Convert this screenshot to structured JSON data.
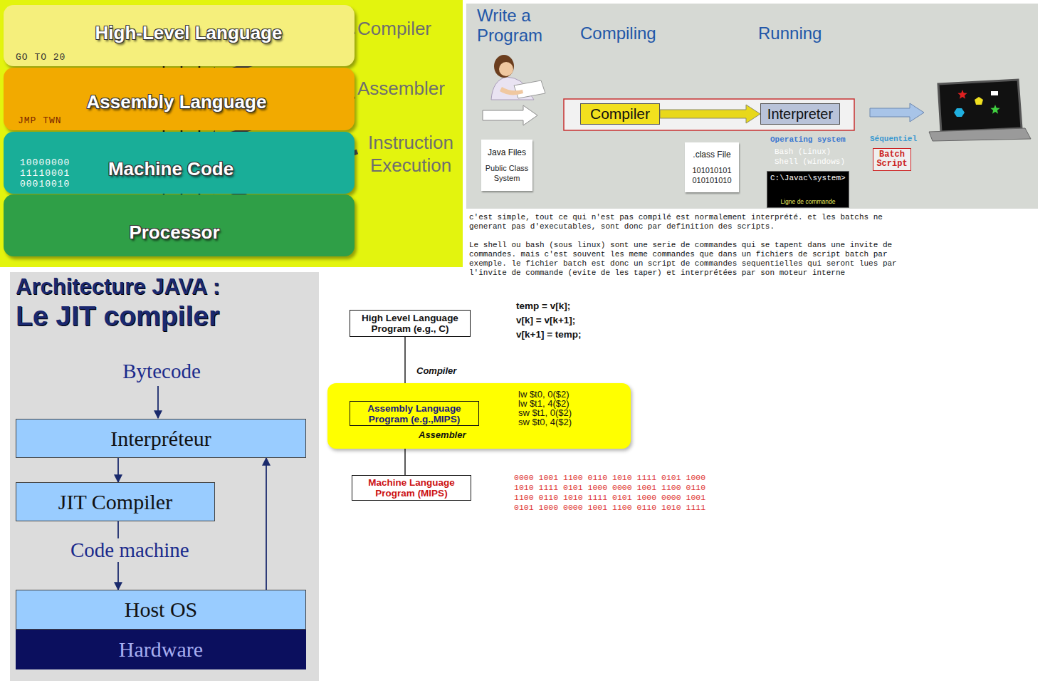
{
  "diagram": {
    "nodes": [
      {
        "text": [
          "High-Level Language",
          "GO TO 20"
        ]
      },
      {
        "text": [
          "Assembly Language",
          "JMP TWN"
        ]
      },
      {
        "text": [
          "Machine Code",
          "10000000 11110001 00010010"
        ]
      },
      {
        "text": [
          "Processor"
        ]
      },
      {
        "text": [
          "Java Files",
          "Public Class System"
        ]
      },
      {
        "text": [
          "Compiler"
        ]
      },
      {
        "text": [
          "Interpreter"
        ]
      },
      {
        "text": [
          ".class File",
          "101010101 010101010"
        ]
      },
      {
        "text": [
          "C:\\Javac\\system>",
          "Ligne de commande"
        ]
      },
      {
        "text": [
          "Batch Script"
        ]
      },
      {
        "text": [
          "Interpréteur"
        ]
      },
      {
        "text": [
          "JIT Compiler"
        ]
      },
      {
        "text": [
          "Host OS"
        ]
      },
      {
        "text": [
          "Hardware"
        ]
      },
      {
        "text": [
          "High Level Language Program (e.g., C)"
        ]
      },
      {
        "text": [
          "lw $t0, 0($2)",
          "lw $t1, 4($2)",
          "sw $t1, 0($2)",
          "sw $t0, 4($2)"
        ]
      },
      {
        "text": [
          "Assembly Language Program (e.g.,MIPS)"
        ],
        "in": 15
      },
      {
        "text": [
          "Machine Language Program (MIPS)"
        ]
      }
    ],
    "edges": [
      {
        "from": 0,
        "to": 1,
        "arrow": "to"
      },
      {
        "from": 1,
        "to": 2,
        "arrow": "to"
      },
      {
        "from": 2,
        "to": 3,
        "arrow": "to"
      },
      {
        "from": 5,
        "to": 6,
        "arrow": "to"
      },
      {
        "from": 10,
        "to": 11,
        "arrow": "to"
      },
      {
        "from": 11,
        "to": 12,
        "label": "Code machine",
        "arrow": "to"
      },
      {
        "from": 12,
        "to": 10,
        "arrow": "to"
      },
      {
        "from": 14,
        "to": 16,
        "label": "Compiler",
        "arrow": "none"
      },
      {
        "from": 16,
        "to": 17,
        "label": "Assembler",
        "arrow": "none"
      }
    ],
    "labels": [
      "Compiler",
      "Assembler",
      "Instruction Execution",
      "Write a Program",
      "Compiling",
      "Running",
      "Operating system",
      "Bash (Linux)",
      "Shell (windows)",
      "Séquentiel",
      "c'est simple, tout ce qui n'est pas compilé est normalement interprété. et les batchs ne generant pas d'executables, sont donc par definition des scripts.",
      "Le shell ou bash (sous linux) sont une serie de commandes qui se tapent dans une invite de commandes. mais c'est souvent les meme commandes que dans un fichiers de script batch par exemple. le fichier batch est donc un script de commandes sequentielles qui seront lues par l'invite de commande (evite de les taper) et interprétées par son moteur interne",
      "Architecture JAVA :",
      "Le JIT compiler",
      "Bytecode",
      "temp = v[k];",
      "v[k] = v[k+1];",
      "v[k+1] = temp;",
      "0000 1001 1100 0110 1010 1111 0101 1000",
      "1010 1111 0101 1000 0000 1001 1100 0110",
      "1100 0110 1010 1111 0101 1000 0000 1001",
      "0101 1000 0000 1001 1100 0110 1010 1111"
    ]
  }
}
